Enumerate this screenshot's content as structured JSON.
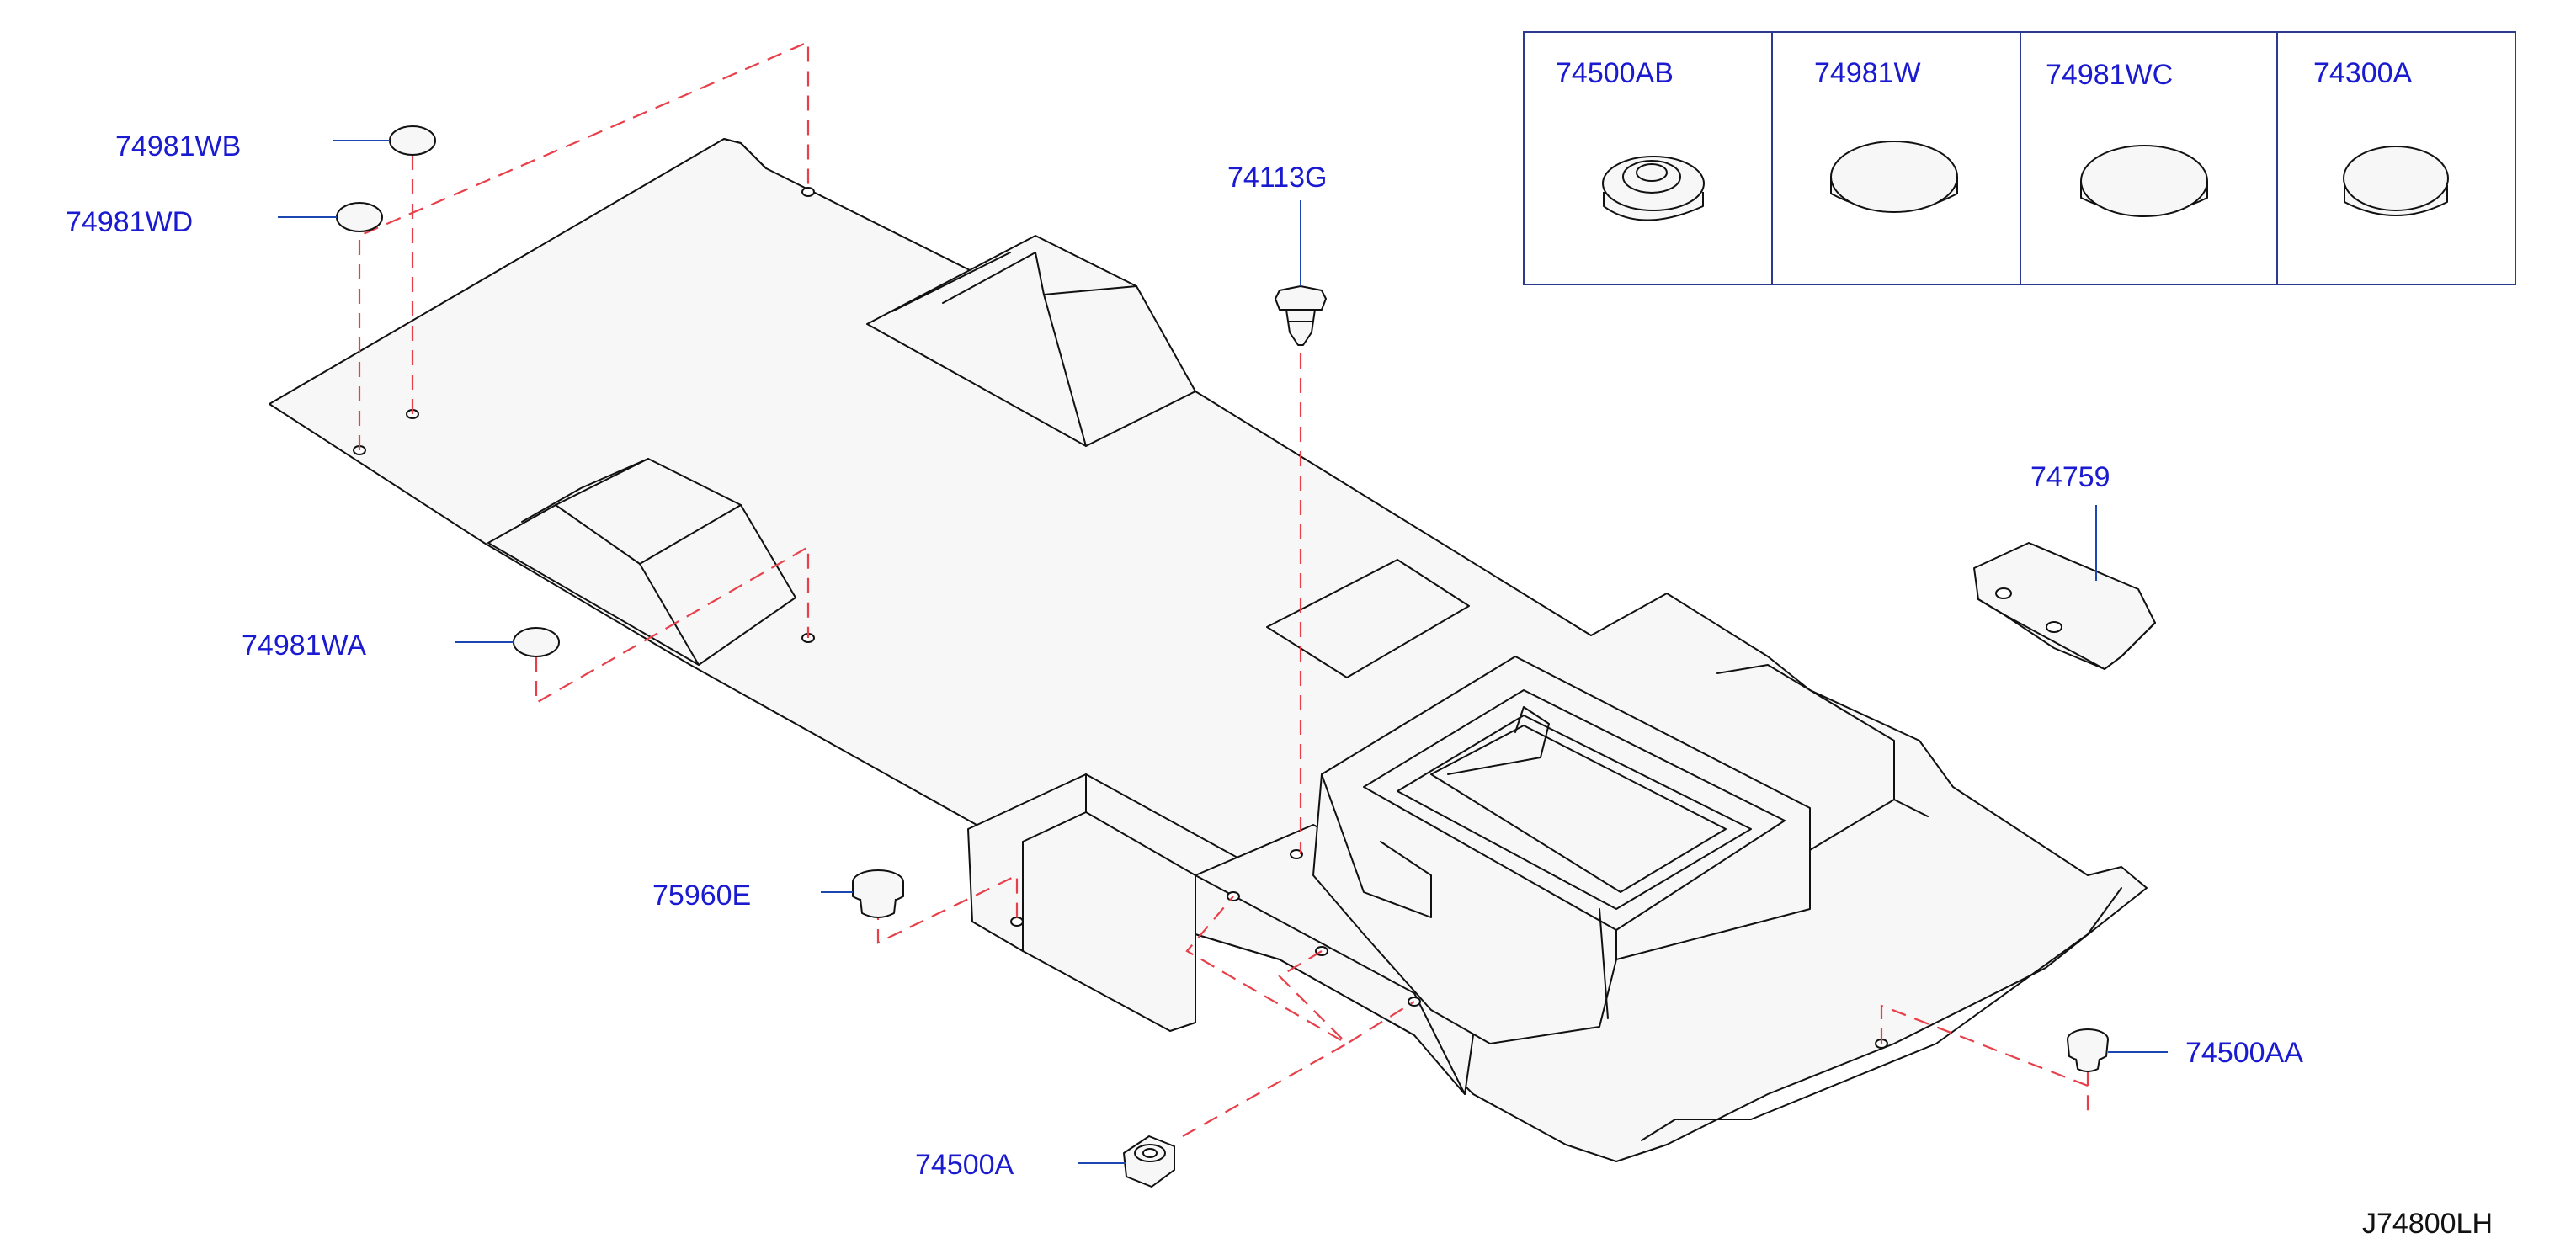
{
  "diagram": {
    "drawing_code": "J74800LH",
    "part_labels": [
      {
        "id": "wb",
        "text": "74981WB"
      },
      {
        "id": "wd",
        "text": "74981WD"
      },
      {
        "id": "g",
        "text": "74113G"
      },
      {
        "id": "wa",
        "text": "74981WA"
      },
      {
        "id": "bracket",
        "text": "74759"
      },
      {
        "id": "e",
        "text": "75960E"
      },
      {
        "id": "aa",
        "text": "74500AA"
      },
      {
        "id": "a",
        "text": "74500A"
      }
    ],
    "legend_table": {
      "cells": [
        {
          "text": "74500AB",
          "icon": "grommet-ring-icon"
        },
        {
          "text": "74981W",
          "icon": "flat-plug-icon"
        },
        {
          "text": "74981WC",
          "icon": "flat-plug-icon"
        },
        {
          "text": "74300A",
          "icon": "domed-plug-icon"
        }
      ]
    }
  }
}
